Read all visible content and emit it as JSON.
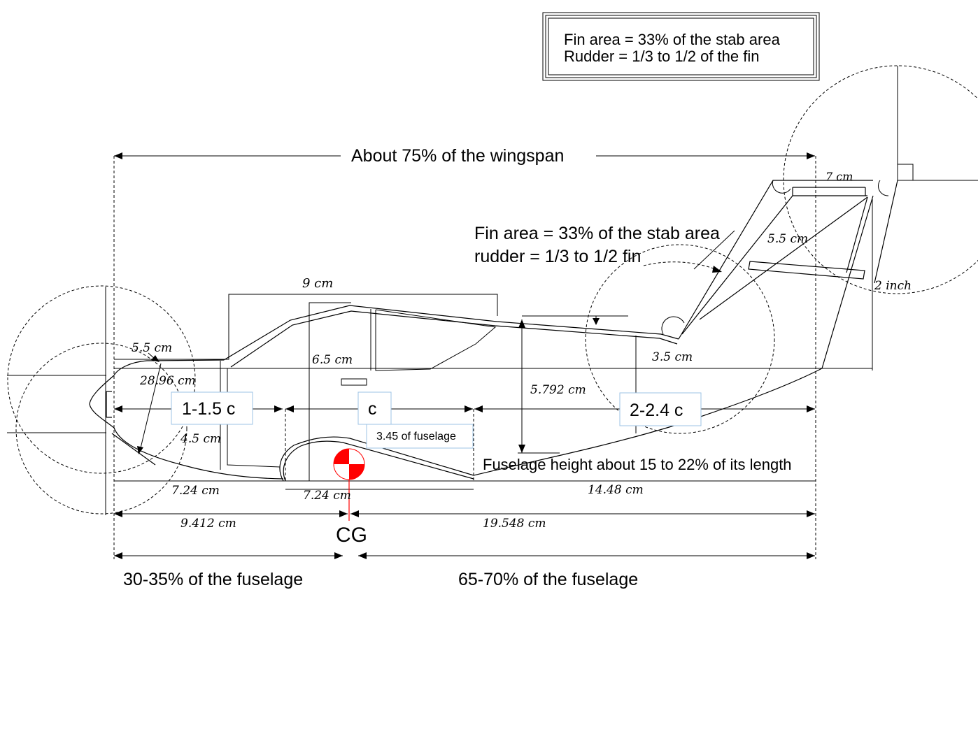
{
  "note_box": {
    "line1": "Fin area = 33% of the stab area",
    "line2": "Rudder = 1/3 to 1/2 of the fin"
  },
  "wingspan_label": "About 75% of the wingspan",
  "fin_note": {
    "line1": "Fin area = 33% of the stab area",
    "line2": "rudder = 1/3 to 1/2 fin"
  },
  "section_labels": {
    "nose": "1-1.5 c",
    "wing": "c",
    "tail": "2-2.4 c",
    "wing_fraction": "3.45  of fuselage"
  },
  "fuselage_height_note": "Fuselage height about 15 to 22% of its length",
  "cg_label": "CG",
  "percent_labels": {
    "front": "30-35% of the fuselage",
    "rear": "65-70% of the fuselage"
  },
  "measurements": {
    "canopy_top": "9 cm",
    "nose_top": "5.5 cm",
    "nose_radius": "28.96 cm",
    "wing_height": "6.5 cm",
    "nose_low": "4.5 cm",
    "nose_bottom": "7.24 cm",
    "wing_bottom": "7.24 cm",
    "tail_bottom": "14.48 cm",
    "front_cg": "9.412 cm",
    "rear_cg": "19.548 cm",
    "fuselage_height": "5.792 cm",
    "tail_width": "3.5 cm",
    "fin_top": "7 cm",
    "fin_side": "5.5 cm",
    "rudder": "2 inch"
  },
  "colors": {
    "cg_marker": "#ff0000",
    "label_border": "#9cc3e6"
  }
}
